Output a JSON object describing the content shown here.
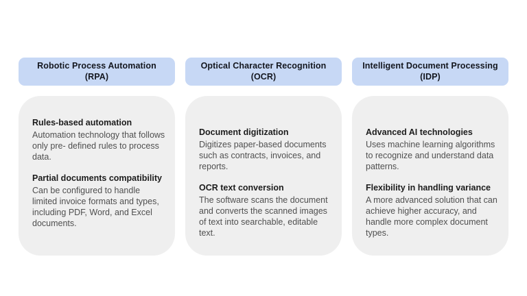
{
  "slide": {
    "background": "#ffffff",
    "pill_color": "#c7d8f5",
    "card_color": "#efefef",
    "heading_text_color": "#1c1c1c",
    "body_text_color": "#4f4f4f"
  },
  "columns": [
    {
      "header": {
        "title": "Robotic Process Automation",
        "abbr": "(RPA)"
      },
      "sections": [
        {
          "heading": "Rules-based automation",
          "body": "Automation technology that follows only pre- defined rules to process data."
        },
        {
          "heading": "Partial documents compatibility",
          "body": "Can be configured to handle limited invoice formats and types, including PDF, Word, and Excel documents."
        }
      ]
    },
    {
      "header": {
        "title": "Optical Character Recognition",
        "abbr": "(OCR)"
      },
      "sections": [
        {
          "heading": "Document digitization",
          "body": "Digitizes paper-based documents such as contracts, invoices, and reports."
        },
        {
          "heading": "OCR text conversion",
          "body": "The software scans the document and converts the scanned images of text into searchable, editable text."
        }
      ]
    },
    {
      "header": {
        "title": "Intelligent Document Processing",
        "abbr": "(IDP)"
      },
      "sections": [
        {
          "heading": "Advanced AI technologies",
          "body": "Uses machine learning algorithms to recognize and understand data patterns."
        },
        {
          "heading": "Flexibility in handling variance",
          "body": "A more advanced solution that can achieve higher accuracy, and handle more complex document types."
        }
      ]
    }
  ]
}
